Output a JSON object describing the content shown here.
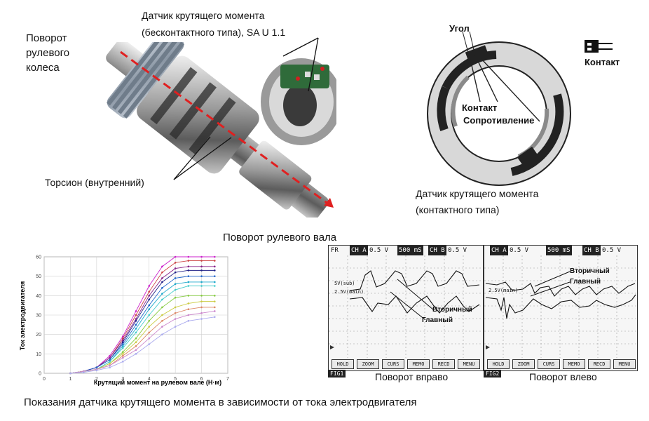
{
  "photo": {
    "rotation_wheel": "Поворот\nрулевого\nколеса",
    "sensor_title_line1": "Датчик крутящего момента",
    "sensor_title_line2": "(бесконтактного типа), SA U 1.1",
    "torsion": "Торсион (внутренний)",
    "shaft_rotation": "Поворот рулевого вала"
  },
  "contact_sensor": {
    "angle": "Угол",
    "contact_right": "Контакт",
    "contact_inner": "Контакт",
    "resistance": "Сопротивление",
    "caption_line1": "Датчик крутящего момента",
    "caption_line2": "(контактного типа)"
  },
  "chart_data": {
    "type": "line",
    "xlabel": "Крутящий момент на рулевом вале (Н·м)",
    "ylabel": "Ток электродвигателя",
    "x_ticks": [
      0,
      1,
      2,
      3,
      4,
      5,
      6,
      7
    ],
    "y_ticks": [
      0,
      10,
      20,
      30,
      40,
      50,
      60
    ],
    "xlim": [
      0,
      7
    ],
    "ylim": [
      0,
      60
    ],
    "grid": true,
    "x": [
      1,
      1.5,
      2,
      2.5,
      3,
      3.5,
      4,
      4.5,
      5,
      5.5,
      6,
      6.5
    ],
    "series": [
      {
        "color": "#cc22cc",
        "values": [
          0,
          1,
          3,
          9,
          19,
          32,
          45,
          55,
          60,
          60,
          60,
          60
        ]
      },
      {
        "color": "#cc4444",
        "values": [
          0,
          1,
          3,
          8,
          18,
          30,
          42,
          52,
          57,
          58,
          58,
          58
        ]
      },
      {
        "color": "#882288",
        "values": [
          0,
          1,
          3,
          8,
          17,
          28,
          40,
          49,
          54,
          55,
          55,
          55
        ]
      },
      {
        "color": "#222288",
        "values": [
          0,
          1,
          3,
          7,
          16,
          27,
          38,
          47,
          52,
          53,
          53,
          53
        ]
      },
      {
        "color": "#2266cc",
        "values": [
          0,
          1,
          3,
          7,
          15,
          25,
          35,
          44,
          49,
          50,
          50,
          50
        ]
      },
      {
        "color": "#22aacc",
        "values": [
          0,
          1,
          2,
          6,
          14,
          23,
          33,
          41,
          46,
          47,
          47,
          47
        ]
      },
      {
        "color": "#44cccc",
        "values": [
          0,
          1,
          2,
          6,
          13,
          21,
          30,
          38,
          43,
          45,
          45,
          45
        ]
      },
      {
        "color": "#88cc44",
        "values": [
          0,
          1,
          2,
          5,
          11,
          18,
          27,
          34,
          39,
          40,
          40,
          40
        ]
      },
      {
        "color": "#cccc44",
        "values": [
          0,
          1,
          2,
          5,
          10,
          16,
          24,
          30,
          34,
          36,
          37,
          37
        ]
      },
      {
        "color": "#dd8866",
        "values": [
          0,
          1,
          2,
          4,
          9,
          14,
          21,
          27,
          31,
          33,
          34,
          34
        ]
      },
      {
        "color": "#cc88cc",
        "values": [
          0,
          1,
          2,
          4,
          8,
          12,
          18,
          24,
          28,
          30,
          31,
          32
        ]
      },
      {
        "color": "#aaaaee",
        "values": [
          0,
          0.5,
          1.5,
          3,
          6,
          10,
          15,
          20,
          24,
          27,
          28,
          29
        ]
      }
    ]
  },
  "osc1": {
    "hdr_fr": "FR",
    "hdr_cha": "CH A",
    "hdr_cha_val": "0.5 V",
    "hdr_time": "500 mS",
    "hdr_chb": "CH B",
    "hdr_chb_val": "0.5 V",
    "lbl_5v": "5V(sub)",
    "lbl_25v": "2.5V(main)",
    "secondary": "Вторичный",
    "main": "Главный",
    "fig": "FIG1",
    "buttons": [
      "HOLD",
      "ZOOM",
      "CURS",
      "MEMO",
      "RECD",
      "MENU"
    ],
    "caption": "Поворот вправо"
  },
  "osc2": {
    "hdr_fr": "",
    "hdr_cha": "CH A",
    "hdr_cha_val": "0.5 V",
    "hdr_time": "500 mS",
    "hdr_chb": "CH B",
    "hdr_chb_val": "0.5 V",
    "lbl_25v": "2.5V(main)",
    "secondary": "Вторичный",
    "main": "Главный",
    "fig": "FIG2",
    "buttons": [
      "HOLD",
      "ZOOM",
      "CURS",
      "MEMO",
      "RECD",
      "MENU"
    ],
    "caption": "Поворот влево"
  },
  "bottom_caption": "Показания датчика крутящего момента в зависимости от тока электродвигателя",
  "colors": {
    "red_arrow": "#e02020",
    "ring_gray": "#d8d8d8",
    "track_dark": "#333333"
  }
}
